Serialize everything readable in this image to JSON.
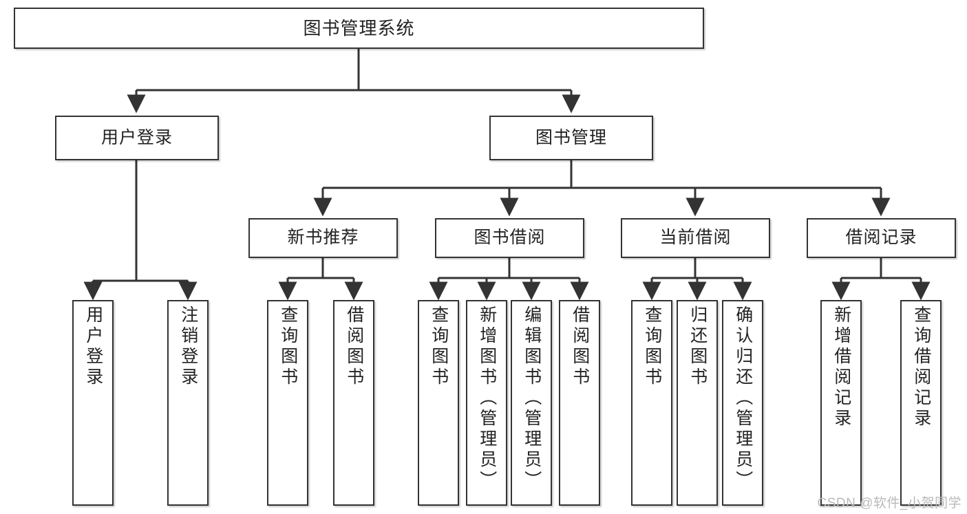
{
  "diagram": {
    "title": "图书管理系统",
    "type": "tree-hierarchy-diagram",
    "colors": {
      "box_border": "#333333",
      "box_fill": "#ffffff",
      "edge": "#333333",
      "text": "#222222",
      "watermark": "#b9b9b9",
      "background": "#ffffff"
    },
    "nodes": {
      "root": {
        "label": "图书管理系统"
      },
      "level2": [
        {
          "id": "user-login",
          "label": "用户登录"
        },
        {
          "id": "book-management",
          "label": "图书管理"
        }
      ],
      "level3": [
        {
          "id": "new-book-recommend",
          "label": "新书推荐"
        },
        {
          "id": "book-borrow",
          "label": "图书借阅"
        },
        {
          "id": "current-borrow",
          "label": "当前借阅"
        },
        {
          "id": "borrow-record",
          "label": "借阅记录"
        }
      ],
      "leaves": {
        "user_login": [
          {
            "id": "leaf-user-login",
            "label": "用户登录"
          },
          {
            "id": "leaf-logout-login",
            "label": "注销登录"
          }
        ],
        "new_book_recommend": [
          {
            "id": "leaf-query-book-1",
            "label": "查询图书"
          },
          {
            "id": "leaf-borrow-book-1",
            "label": "借阅图书"
          }
        ],
        "book_borrow": [
          {
            "id": "leaf-query-book-2",
            "label": "查询图书"
          },
          {
            "id": "leaf-add-book",
            "label": "新增图书（管理员）"
          },
          {
            "id": "leaf-edit-book",
            "label": "编辑图书（管理员）"
          },
          {
            "id": "leaf-borrow-book-2",
            "label": "借阅图书"
          }
        ],
        "current_borrow": [
          {
            "id": "leaf-query-book-3",
            "label": "查询图书"
          },
          {
            "id": "leaf-return-book",
            "label": "归还图书"
          },
          {
            "id": "leaf-confirm-return",
            "label": "确认归还（管理员）"
          }
        ],
        "borrow_record": [
          {
            "id": "leaf-add-borrow-record",
            "label": "新增借阅记录"
          },
          {
            "id": "leaf-query-borrow-record",
            "label": "查询借阅记录"
          }
        ]
      }
    },
    "watermark": "CSDN @软件_小贺同学"
  }
}
